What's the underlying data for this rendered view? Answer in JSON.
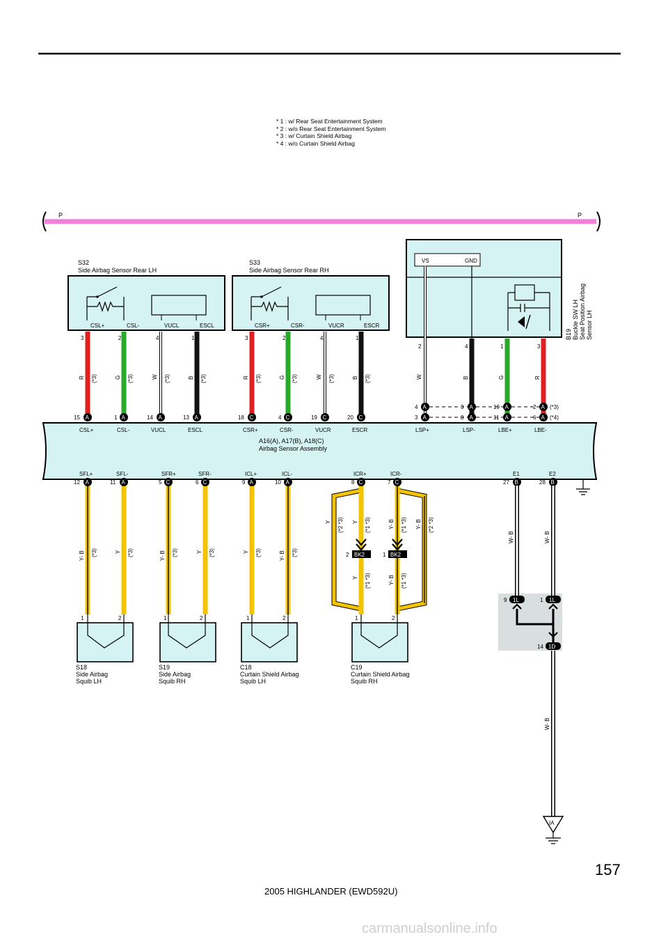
{
  "notes": [
    "* 1 : w/ Rear Seat Entertainment System",
    "* 2 : w/o Rear Seat Entertainment System",
    "* 3 : w/ Curtain Shield Airbag",
    "* 4 : w/o Curtain Shield Airbag"
  ],
  "bus_label": "P",
  "s32": {
    "code": "S32",
    "name": "Side Airbag Sensor Rear LH",
    "pins": [
      "CSL+",
      "CSL-",
      "VUCL",
      "ESCL"
    ],
    "terms": [
      "3",
      "2",
      "4",
      "1"
    ]
  },
  "s33": {
    "code": "S33",
    "name": "Side Airbag Sensor Rear RH",
    "pins": [
      "CSR+",
      "CSR-",
      "VUCR",
      "ESCR"
    ],
    "terms": [
      "3",
      "2",
      "4",
      "1"
    ]
  },
  "b19": {
    "code": "B19",
    "name1": "Buckle SW LH",
    "name2": "Seat Position Airbag",
    "name3": "Sensor LH",
    "pins": [
      "VS",
      "GND"
    ],
    "terms": [
      "2",
      "4",
      "1",
      "3"
    ]
  },
  "wires_top": [
    "R",
    "G",
    "W",
    "B",
    "R",
    "G",
    "W",
    "B",
    "W",
    "B",
    "G",
    "R"
  ],
  "note3": "(*3)",
  "note4": "(*4)",
  "conn_top_left": [
    {
      "n": "15",
      "c": "A"
    },
    {
      "n": "1",
      "c": "A"
    },
    {
      "n": "14",
      "c": "A"
    },
    {
      "n": "13",
      "c": "A"
    },
    {
      "n": "18",
      "c": "C"
    },
    {
      "n": "4",
      "c": "C"
    },
    {
      "n": "19",
      "c": "C"
    },
    {
      "n": "20",
      "c": "C"
    }
  ],
  "conn_b19_row1": [
    {
      "n": "4",
      "c": "A"
    },
    {
      "n": "3",
      "c": "A"
    },
    {
      "n": "19",
      "c": "A"
    },
    {
      "n": "2",
      "c": "A"
    }
  ],
  "conn_b19_row2": [
    {
      "n": "3",
      "c": "A"
    },
    {
      "n": "8",
      "c": "A"
    },
    {
      "n": "11",
      "c": "A"
    },
    {
      "n": "6",
      "c": "A"
    }
  ],
  "assy": {
    "top_pins": [
      "CSL+",
      "CSL-",
      "VUCL",
      "ESCL",
      "CSR+",
      "CSR-",
      "VUCR",
      "ESCR",
      "LSP+",
      "LSP-",
      "LBE+",
      "LBE-"
    ],
    "title1": "A16(A), A17(B), A18(C)",
    "title2": "Airbag Sensor Assembly",
    "bottom_pins": [
      "SFL+",
      "SFL-",
      "SFR+",
      "SFR-",
      "ICL+",
      "ICL-",
      "ICR+",
      "ICR-",
      "E1",
      "E2"
    ]
  },
  "conn_bottom": [
    {
      "n": "12",
      "c": "A"
    },
    {
      "n": "11",
      "c": "A"
    },
    {
      "n": "5",
      "c": "C"
    },
    {
      "n": "6",
      "c": "C"
    },
    {
      "n": "9",
      "c": "A"
    },
    {
      "n": "10",
      "c": "A"
    },
    {
      "n": "8",
      "c": "C"
    },
    {
      "n": "7",
      "c": "C"
    },
    {
      "n": "27",
      "c": "B"
    },
    {
      "n": "28",
      "c": "B"
    }
  ],
  "wires_bottom": [
    "Y- B",
    "Y",
    "Y- B",
    "Y",
    "Y",
    "Y- B"
  ],
  "icr_wires": {
    "y": "Y",
    "yb": "Y- B",
    "note23": "(*2 *3)",
    "note13": "(*1 *3)"
  },
  "bk2": {
    "label": "BK2",
    "pin_left": "2",
    "pin_right": "1"
  },
  "ground_wires": {
    "e1": "W- B",
    "e2": "W- B",
    "main": "W- B"
  },
  "junction": {
    "pin_left": "9",
    "pin_right": "1",
    "label": "1L",
    "bottom_pin": "14",
    "bottom_label": "1D"
  },
  "ground_point": "IA",
  "squibs": [
    {
      "code": "S18",
      "name1": "Side Airbag",
      "name2": "Squib LH",
      "pins": [
        "1",
        "2"
      ]
    },
    {
      "code": "S19",
      "name1": "Side Airbag",
      "name2": "Squib RH",
      "pins": [
        "1",
        "2"
      ]
    },
    {
      "code": "C18",
      "name1": "Curtain Shield Airbag",
      "name2": "Squib LH",
      "pins": [
        "1",
        "2"
      ]
    },
    {
      "code": "C19",
      "name1": "Curtain Shield Airbag",
      "name2": "Squib RH",
      "pins": [
        "1",
        "2"
      ]
    }
  ],
  "colors": {
    "red": "#e02020",
    "green": "#2aa82a",
    "black": "#111111",
    "yellow": "#f5c400",
    "pink": "#f080d8",
    "box": "#d6f3f3",
    "grey": "#d9dedf"
  },
  "page_number": "157",
  "footer": "2005 HIGHLANDER (EWD592U)",
  "watermark": "carmanualsonline.info"
}
